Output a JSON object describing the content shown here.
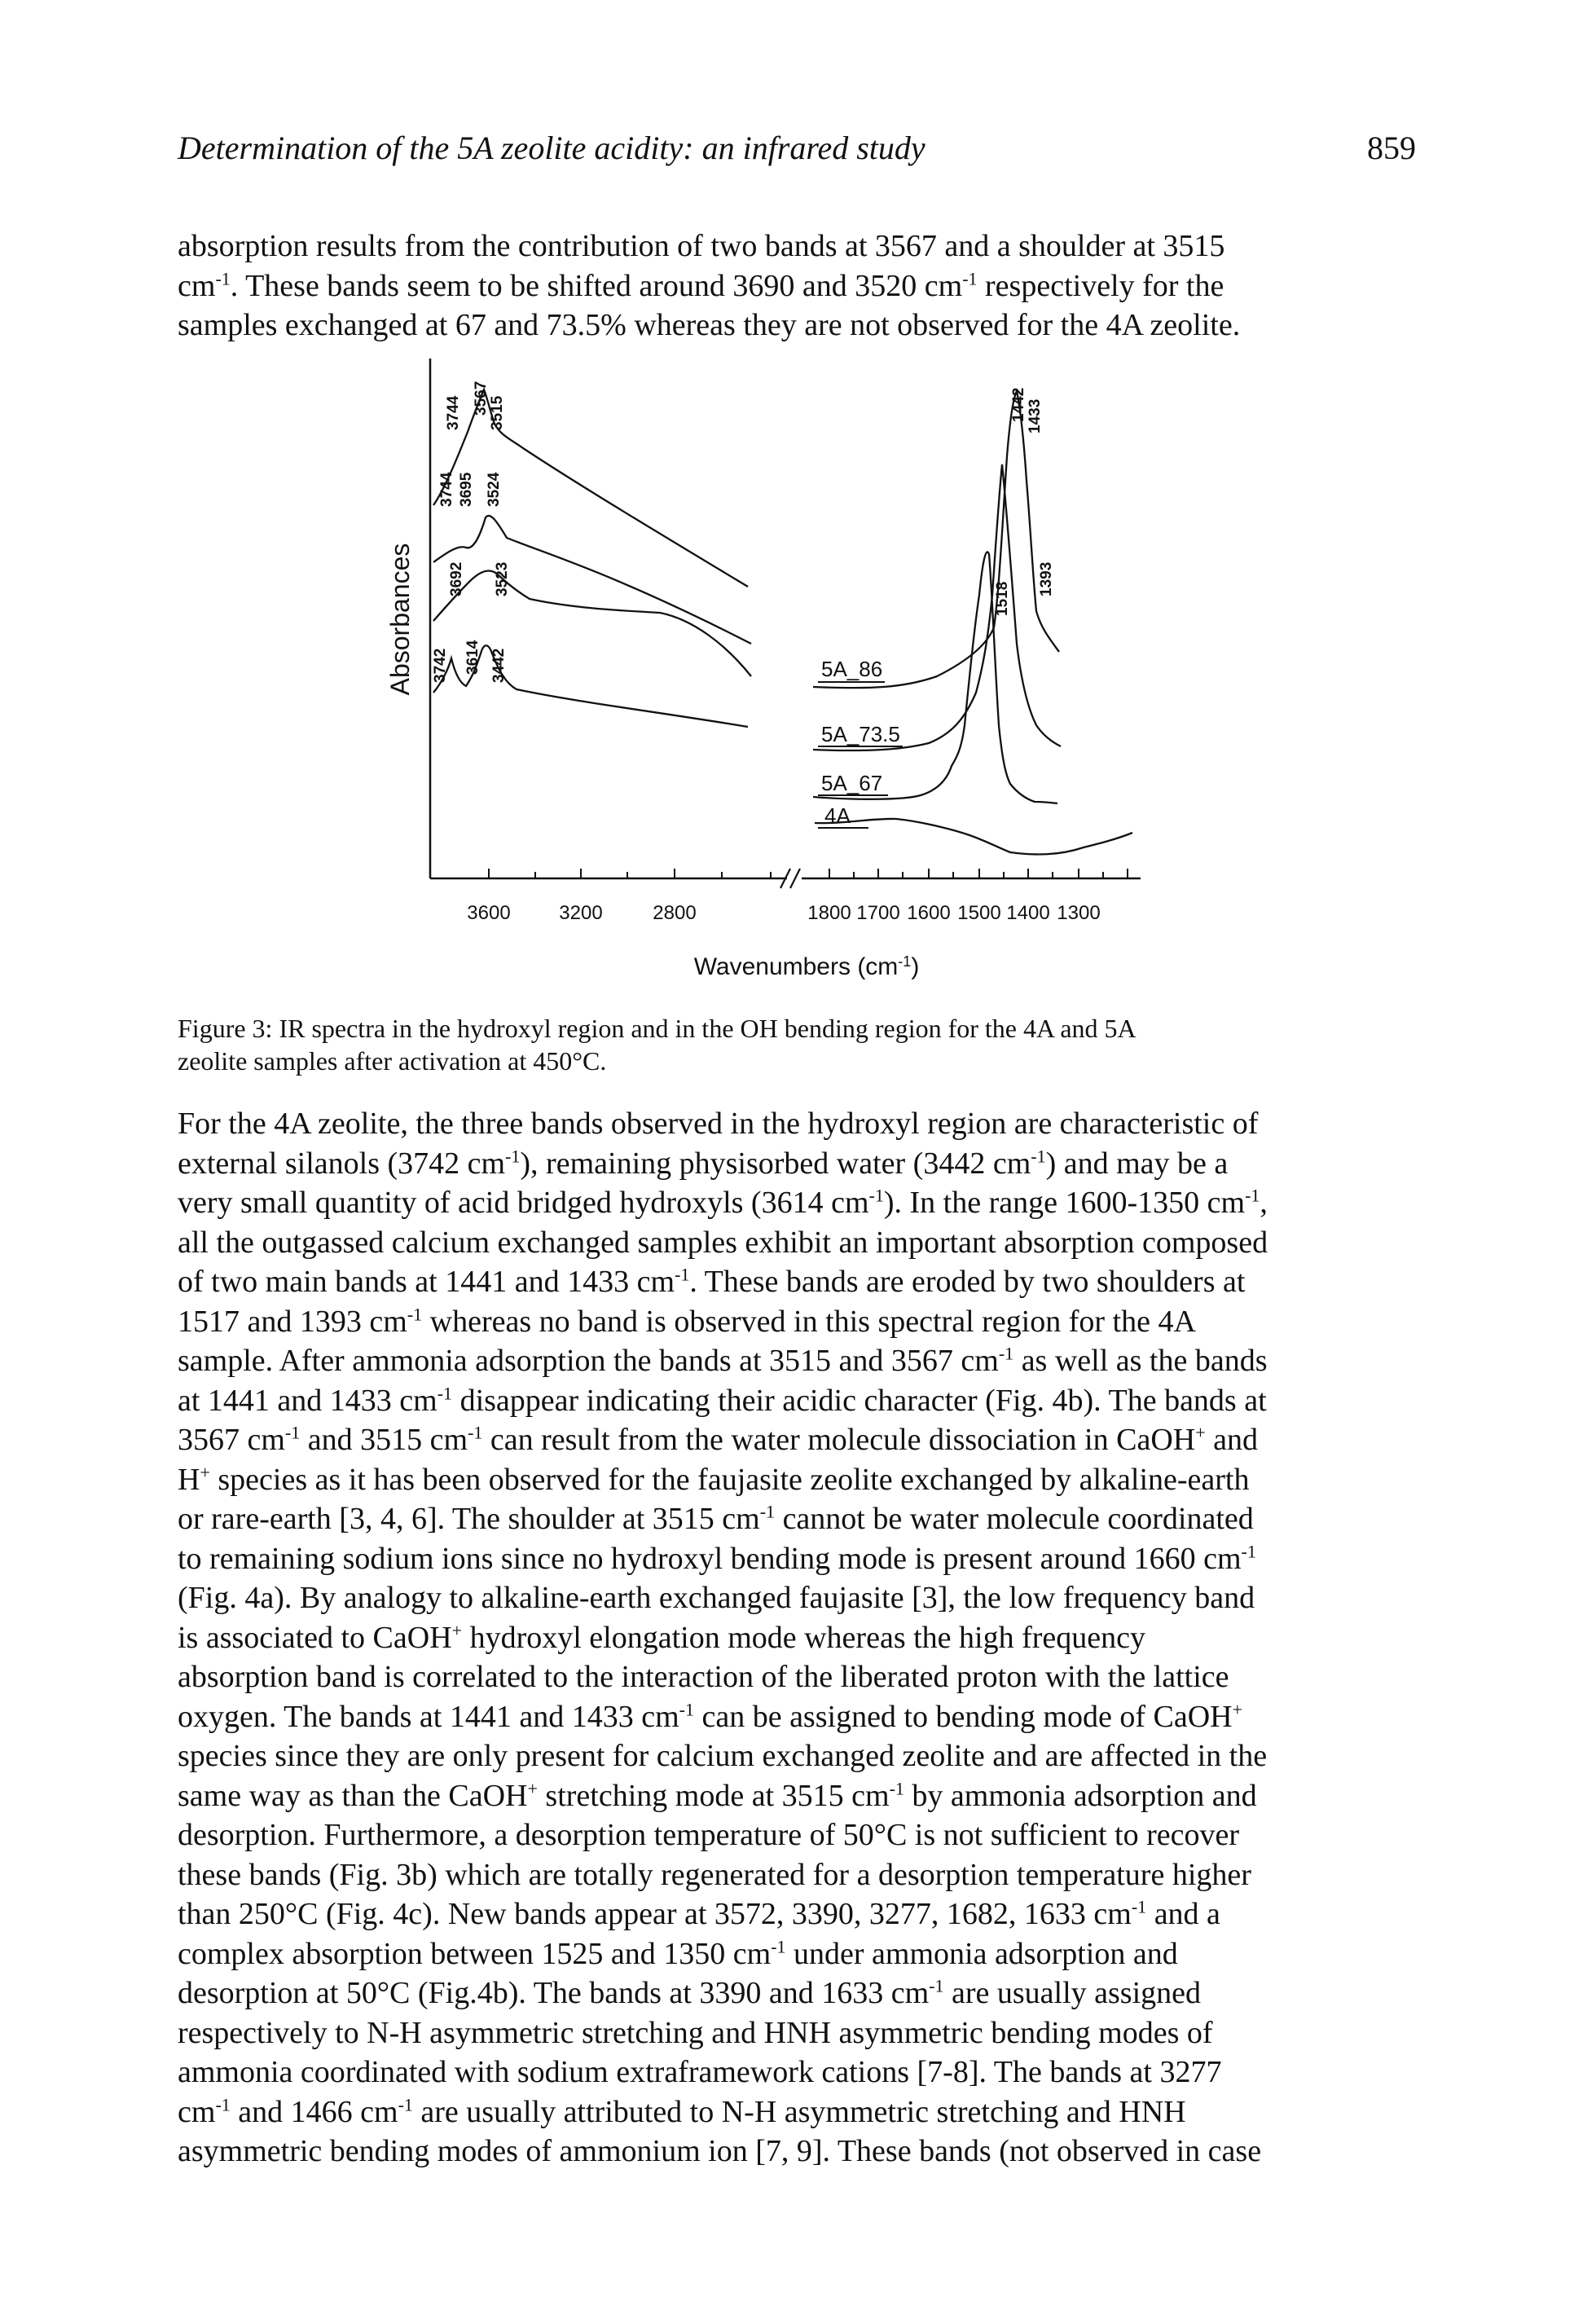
{
  "header": {
    "title": "Determination of the 5A zeolite acidity: an infrared study",
    "page_number": "859"
  },
  "intro": {
    "line1": "absorption results from the contribution of two bands at 3567 and a shoulder at 3515",
    "l2a": "cm",
    "sup_neg1": "-1",
    "l2b": ". These bands seem to be shifted around 3690 and 3520 cm",
    "l2c": " respectively for the",
    "line3": "samples exchanged at 67 and 73.5% whereas they are not observed for the 4A zeolite."
  },
  "figure": {
    "ylabel": "Absorbances",
    "xlabel_main": "Wavenumbers (cm",
    "xlabel_sup": "-1",
    "xlabel_close": ")",
    "xticks_left": [
      "3600",
      "3200",
      "2800"
    ],
    "xticks_right": [
      "1800",
      "1700",
      "1600",
      "1500",
      "1400",
      "1300"
    ],
    "series_labels": [
      "5A_86",
      "5A_73.5",
      "5A_67",
      "4A"
    ],
    "peak_labels": [
      "3567",
      "3744",
      "3515",
      "3744",
      "3695",
      "3524",
      "3692",
      "3523",
      "3742",
      "3614",
      "3442",
      "1442",
      "1433",
      "1518",
      "1393"
    ],
    "colors": {
      "line": "#111111",
      "background": "#ffffff"
    }
  },
  "caption": {
    "line1": "Figure 3: IR spectra in the hydroxyl region and in the OH bending region for the 4A and 5A",
    "line2": "zeolite samples after activation at 450°C."
  },
  "body": {
    "cm": "cm",
    "sup_neg1": "-1",
    "sup_plus": "+",
    "p1a": "For the 4A zeolite, the three bands observed in the hydroxyl region are characteristic of",
    "p1b": "external silanols (3742 ",
    "p1c": "), remaining physisorbed water (3442 ",
    "p1d": ") and may be a",
    "p1e": "very small quantity of acid bridged hydroxyls (3614 ",
    "p1f": "). In the range 1600-1350 ",
    "p1g": ",",
    "p1h": "all the outgassed calcium exchanged samples exhibit an important absorption composed",
    "p1i": "of two main bands at 1441 and 1433 ",
    "p1j": ". These bands are eroded by two shoulders at",
    "p1k": "1517 and 1393 ",
    "p1l": " whereas no band is observed in this spectral region for the 4A",
    "p1m": "sample. After ammonia adsorption the bands at 3515 and 3567 ",
    "p1n": " as well as the bands",
    "p1o": "at 1441 and 1433 ",
    "p1p": " disappear indicating their acidic character (Fig. 4b). The bands at",
    "p1q": "3567 ",
    "p1r": " and 3515 ",
    "p1s": " can result from the water molecule dissociation in CaOH",
    "p1t": " and",
    "p1u": "H",
    "p1v": " species as it has been observed for the faujasite zeolite exchanged by alkaline-earth",
    "p1w": "or rare-earth [3, 4, 6]. The shoulder at 3515 ",
    "p1x": " cannot be water molecule coordinated",
    "p1y": "to remaining sodium ions since no hydroxyl bending mode is present around 1660 ",
    "p1z": "(Fig. 4a). By analogy to alkaline-earth exchanged faujasite [3], the low frequency band",
    "p2a": "is associated to CaOH",
    "p2b": " hydroxyl elongation mode whereas the high frequency",
    "p2c": "absorption band is correlated to the interaction of the liberated proton with the lattice",
    "p2d": "oxygen. The bands at 1441 and 1433 ",
    "p2e": " can be assigned to bending mode of CaOH",
    "p2f": "species since they are only present for calcium exchanged zeolite and are affected in the",
    "p2g": "same way as than the CaOH",
    "p2h": " stretching mode at 3515 ",
    "p2i": " by ammonia adsorption and",
    "p2j": "desorption. Furthermore, a desorption temperature of 50°C is not sufficient to recover",
    "p2k": "these bands (Fig. 3b) which are totally regenerated for a desorption temperature higher",
    "p2l": "than 250°C (Fig. 4c). New bands appear at 3572, 3390, 3277, 1682, 1633 ",
    "p2m": " and a",
    "p2n": "complex absorption between 1525 and 1350 ",
    "p2o": " under ammonia adsorption and",
    "p2p": "desorption at 50°C (Fig.4b). The bands at 3390 and 1633 ",
    "p2q": " are usually assigned",
    "p2r": "respectively to N-H asymmetric stretching and HNH asymmetric bending modes of",
    "p2s": "ammonia coordinated with sodium extraframework cations [7-8]. The bands at 3277",
    "p2t": " and 1466 ",
    "p2u": " are usually attributed to N-H asymmetric stretching and HNH",
    "p2v": "asymmetric bending modes of ammonium ion [7, 9]. These bands (not observed in case"
  }
}
